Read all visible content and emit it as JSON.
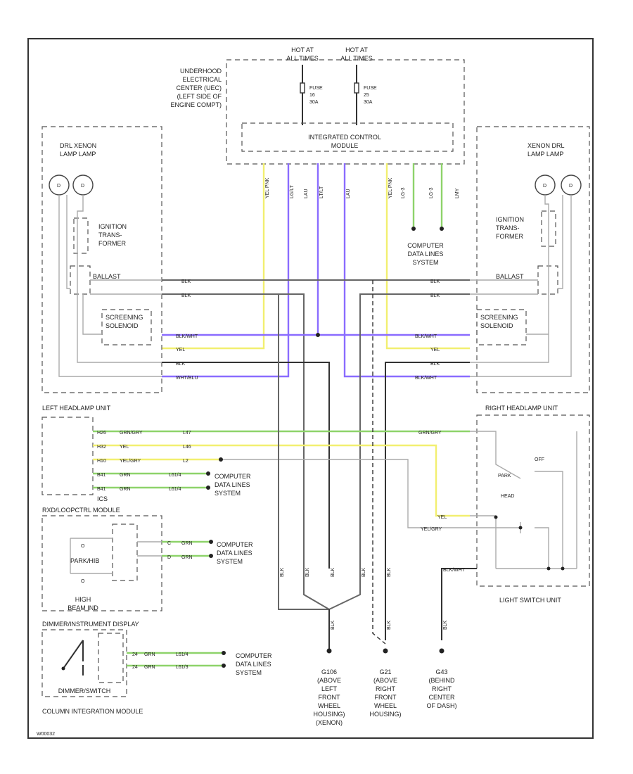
{
  "diagram": {
    "label_code": "W00032",
    "modules": {
      "underhood_box": [
        "UNDERHOOD",
        "ELECTRICAL",
        "CENTER (UEC)",
        "(LEFT SIDE OF",
        "ENGINE COMPT)"
      ],
      "hot_left": [
        "HOT AT",
        "ALL TIMES"
      ],
      "hot_right": [
        "HOT AT",
        "ALL TIMES"
      ],
      "fuse_left": [
        "FUSE",
        "16",
        "30A"
      ],
      "fuse_right": [
        "FUSE",
        "25",
        "30A"
      ],
      "integrated_control": [
        "INTEGRATED CONTROL",
        "MODULE"
      ],
      "computer_top": [
        "COMPUTER",
        "DATA LINES",
        "SYSTEM"
      ],
      "left_lamp_header": [
        "DRL XENON",
        "LAMP  LAMP"
      ],
      "right_lamp_header": [
        "XENON  DRL",
        "LAMP  LAMP"
      ],
      "left_ignition": [
        "IGNITION",
        "TRANS-",
        "FORMER"
      ],
      "right_ignition": [
        "IGNITION",
        "TRANS-",
        "FORMER"
      ],
      "left_ballast": "BALLAST",
      "right_ballast": "BALLAST",
      "left_screening": [
        "SCREENING",
        "SOLENOID"
      ],
      "right_screening": [
        "SCREENING",
        "SOLENOID"
      ],
      "left_unit": "LEFT HEADLAMP UNIT",
      "right_unit": "RIGHT HEADLAMP UNIT",
      "ics_label": "ICS",
      "computer_mid1": [
        "COMPUTER",
        "DATA LINES",
        "SYSTEM"
      ],
      "ims": "RXD/LOOPCTRL MODULE",
      "park_high": "PARK/HIB",
      "high_beam": [
        "HIGH",
        "BEAM IND"
      ],
      "computer_mid2": [
        "COMPUTER",
        "DATA LINES",
        "SYSTEM"
      ],
      "dimmer": "DIMMER/INSTRUMENT DISPLAY",
      "dimmer_inner": "DIMMER/SWITCH",
      "computer_bot": [
        "COMPUTER",
        "DATA LINES",
        "SYSTEM"
      ],
      "cim": "COLUMN INTEGRATION MODULE",
      "light_switch": "LIGHT SWITCH UNIT",
      "sw_off": "OFF",
      "sw_park": "PARK",
      "sw_head": "HEAD"
    },
    "grounds": {
      "g1": [
        "G106",
        "(ABOVE",
        "LEFT",
        "FRONT",
        "WHEEL",
        "HOUSING)",
        "(XENON)"
      ],
      "g2": [
        "G21",
        "(ABOVE",
        "RIGHT",
        "FRONT",
        "WHEEL",
        "HOUSING)"
      ],
      "g3": [
        "G43",
        "(BEHIND",
        "RIGHT",
        "CENTER",
        "OF DASH)"
      ]
    },
    "wire_labels": {
      "icm_wires": [
        "YEL PNK",
        "LG/LT",
        "LAU",
        "LT/LT",
        "LAU",
        "YEL PNK",
        "LG-3",
        "LG-3",
        "LMY"
      ],
      "left_gry1": "BLK",
      "left_gry2": "BLK",
      "left_vio": "BLK/WHT",
      "left_yel": "YEL",
      "left_blk": "BLK",
      "left_vio2": "WHT/BLU",
      "right_gry1": "BLK",
      "right_gry2": "BLK",
      "right_vio": "BLK/WHT",
      "right_yel": "YEL",
      "right_blk": "BLK",
      "right_vio2": "BLK/WHT",
      "ics1": [
        "H26",
        "GRN/GRY",
        "L47"
      ],
      "ics2": [
        "H32",
        "YEL",
        "L46"
      ],
      "ics3": [
        "H10",
        "YEL/GRY",
        "L2"
      ],
      "ics4": [
        "B41",
        "GRN",
        "L61/4"
      ],
      "ics5": [
        "B41",
        "GRN",
        "L61/4"
      ],
      "ims1": [
        "C",
        "GRN"
      ],
      "ims2": [
        "D",
        "GRN"
      ],
      "cim1": [
        "24",
        "GRN",
        "L61/4"
      ],
      "cim2": [
        "24",
        "GRN",
        "L61/3"
      ],
      "right_grn": "GRN/GRY",
      "right_yel2": "YEL",
      "right_yelgry": "YEL/GRY",
      "right_blkwht": "BLK/WHT",
      "v_blk": [
        "BLK",
        "BLK",
        "BLK",
        "BLK",
        "BLK",
        "BLK",
        "BLK",
        "BLK"
      ]
    }
  }
}
